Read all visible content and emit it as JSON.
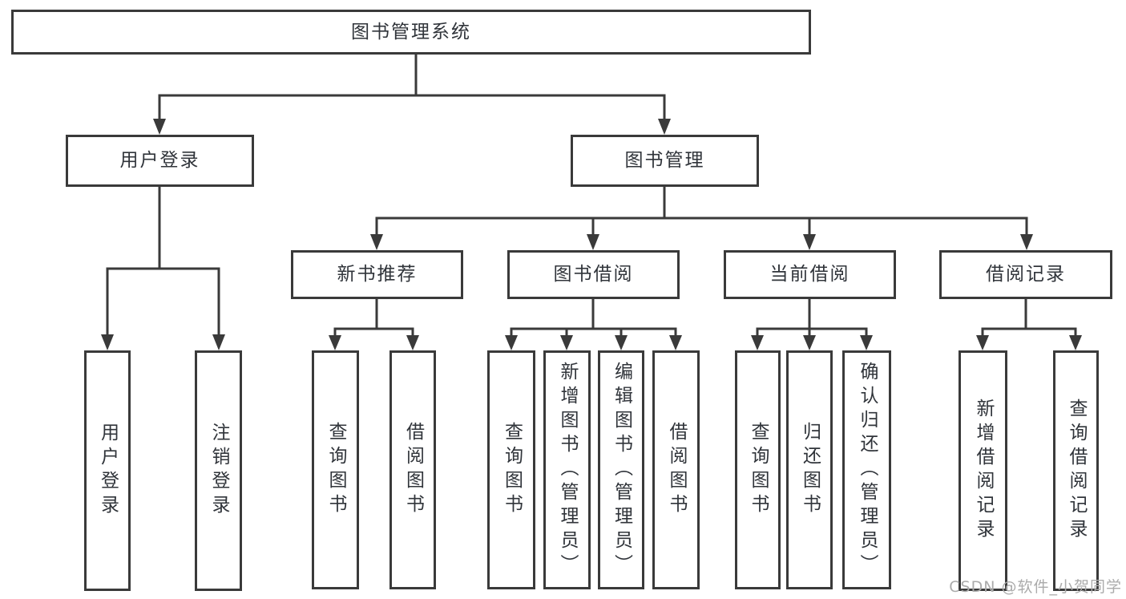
{
  "diagram": {
    "root": {
      "label": "图书管理系统"
    },
    "level2": [
      {
        "label": "用户登录",
        "children": [
          "用户登录",
          "注销登录"
        ]
      },
      {
        "label": "图书管理",
        "modules": [
          {
            "label": "新书推荐",
            "children": [
              "查询图书",
              "借阅图书"
            ]
          },
          {
            "label": "图书借阅",
            "children": [
              "查询图书",
              "新增图书（管理员）",
              "编辑图书（管理员）",
              "借阅图书"
            ]
          },
          {
            "label": "当前借阅",
            "children": [
              "查询图书",
              "归还图书",
              "确认归还（管理员）"
            ]
          },
          {
            "label": "借阅记录",
            "children": [
              "新增借阅记录",
              "查询借阅记录"
            ]
          }
        ]
      }
    ]
  },
  "watermark": {
    "text": "CSDN @软件_小贺同学"
  },
  "colors": {
    "line": "#3a3a3a",
    "node_text": "#30343a",
    "watermark_text": "#ababab",
    "background": "#ffffff"
  }
}
